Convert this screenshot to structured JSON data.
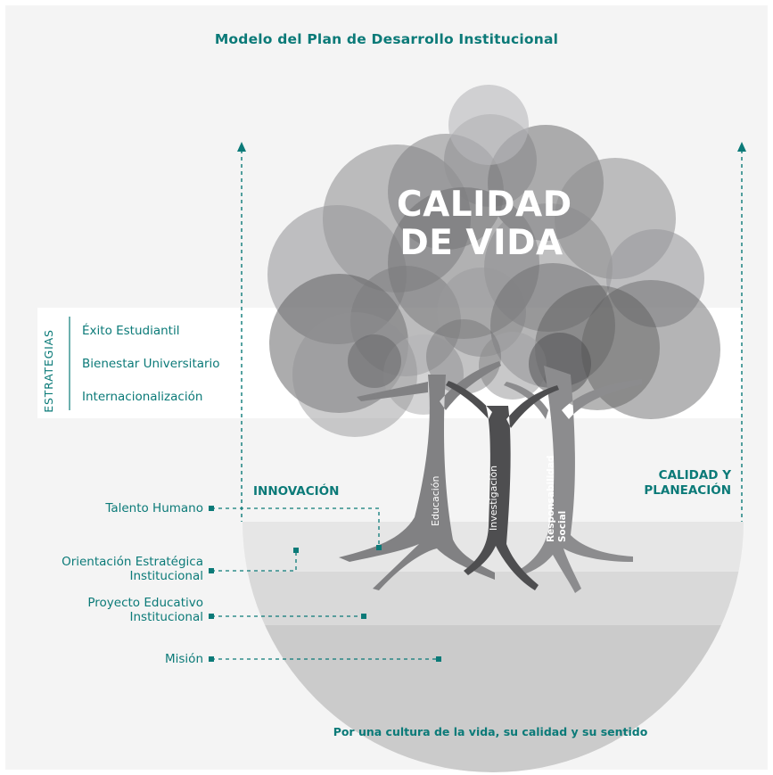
{
  "title": "Modelo del Plan de Desarrollo Institucional",
  "center_text": {
    "line1": "CALIDAD",
    "line2": "DE VIDA"
  },
  "strategies": {
    "header": "ESTRATEGIAS",
    "items": [
      "Éxito Estudiantil",
      "Bienestar Universitario",
      "Internacionalización"
    ]
  },
  "left_label": "INNOVACIÓN",
  "right_label": {
    "line1": "CALIDAD Y",
    "line2": "PLANEACIÓN"
  },
  "trunks": {
    "education": "Educación",
    "research": "Investigación",
    "social_1": "Responsabilidad",
    "social_2": "Social"
  },
  "foundations": [
    {
      "lines": [
        "Talento Humano"
      ]
    },
    {
      "lines": [
        "Orientación Estratégica",
        "Institucional"
      ]
    },
    {
      "lines": [
        "Proyecto Educativo",
        "Institucional"
      ]
    },
    {
      "lines": [
        "Misión"
      ]
    }
  ],
  "footer": "Por una cultura de la vida, su calidad y su sentido",
  "colors": {
    "teal": "#0b7a78",
    "band_light": "#e6e6e6",
    "band_mid": "#d6d6d6",
    "band_dark": "#c8c8c8",
    "trunk": "#7f7f81",
    "trunk_dark": "#4e4e50"
  }
}
